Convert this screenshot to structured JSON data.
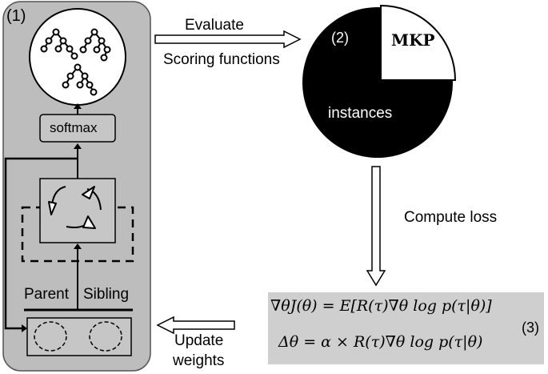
{
  "labels": {
    "step1": "(1)",
    "step2": "(2)",
    "step3": "(3)",
    "evaluate": "Evaluate",
    "scoring_functions": "Scoring functions",
    "mkp": "MKP",
    "instances": "instances",
    "softmax": "softmax",
    "parent": "Parent",
    "sibling": "Sibling",
    "compute_loss": "Compute loss",
    "update": "Update",
    "weights": "weights"
  },
  "formulas": {
    "gradient": "∇θJ(θ) = E[R(τ)∇θ log p(τ|θ)]",
    "update_rule": "Δθ = α × R(τ)∇θ log p(τ|θ)"
  },
  "colors": {
    "panel": "#bdbdbd",
    "formula_box": "#cfcfcf",
    "pie_dark": "#000000",
    "pie_light": "#ffffff",
    "stroke": "#000000"
  }
}
